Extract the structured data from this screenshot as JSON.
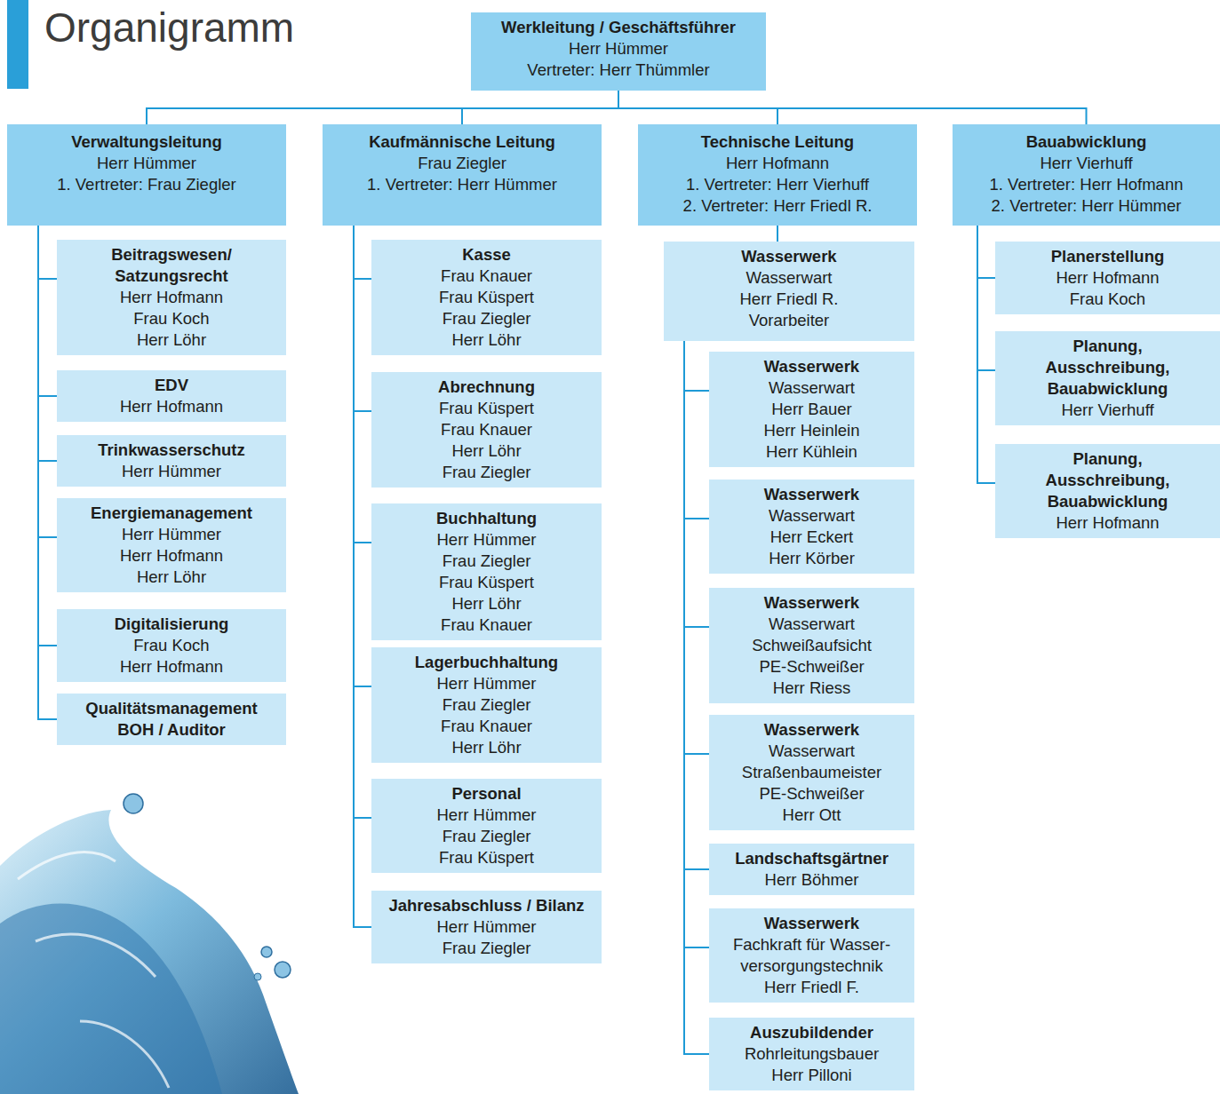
{
  "diagram": {
    "title": "Organigramm",
    "nodes": [
      {
        "text": [
          "Werkleitung / Geschäftsführer",
          "Herr Hümmer",
          "Vertreter: Herr Thümmler"
        ]
      },
      {
        "text": [
          "Verwaltungsleitung",
          "Herr Hümmer",
          "1. Vertreter: Frau Ziegler"
        ]
      },
      {
        "text": [
          "Beitragswesen/ Satzungsrecht",
          "Herr Hofmann",
          "Frau Koch",
          "Herr Löhr"
        ]
      },
      {
        "text": [
          "EDV",
          "Herr Hofmann"
        ]
      },
      {
        "text": [
          "Trinkwasserschutz",
          "Herr Hümmer"
        ]
      },
      {
        "text": [
          "Energiemanagement",
          "Herr Hümmer",
          "Herr Hofmann",
          "Herr Löhr"
        ]
      },
      {
        "text": [
          "Digitalisierung",
          "Frau Koch",
          "Herr Hofmann"
        ]
      },
      {
        "text": [
          "Qualitätsmanagement",
          "BOH / Auditor"
        ]
      },
      {
        "text": [
          "Kaufmännische Leitung",
          "Frau Ziegler",
          "1. Vertreter: Herr Hümmer"
        ]
      },
      {
        "text": [
          "Kasse",
          "Frau Knauer",
          "Frau Küspert",
          "Frau Ziegler",
          "Herr Löhr"
        ]
      },
      {
        "text": [
          "Abrechnung",
          "Frau Küspert",
          "Frau Knauer",
          "Herr Löhr",
          "Frau Ziegler"
        ]
      },
      {
        "text": [
          "Buchhaltung",
          "Herr Hümmer",
          "Frau Ziegler",
          "Frau Küspert",
          "Herr Löhr",
          "Frau Knauer"
        ]
      },
      {
        "text": [
          "Lagerbuchhaltung",
          "Herr Hümmer",
          "Frau Ziegler",
          "Frau Knauer",
          "Herr Löhr"
        ]
      },
      {
        "text": [
          "Personal",
          "Herr Hümmer",
          "Frau Ziegler",
          "Frau Küspert"
        ]
      },
      {
        "text": [
          "Jahresabschluss / Bilanz",
          "Herr Hümmer",
          "Frau Ziegler"
        ]
      },
      {
        "text": [
          "Technische Leitung",
          "Herr Hofmann",
          "1. Vertreter: Herr Vierhuff",
          "2. Vertreter: Herr Friedl R."
        ]
      },
      {
        "text": [
          "Wasserwerk",
          "Wasserwart",
          "Herr Friedl R.",
          "Vorarbeiter"
        ]
      },
      {
        "text": [
          "Wasserwerk",
          "Wasserwart",
          "Herr Bauer",
          "Herr Heinlein",
          "Herr Kühlein"
        ]
      },
      {
        "text": [
          "Wasserwerk",
          "Wasserwart",
          "Herr Eckert",
          "Herr Körber"
        ]
      },
      {
        "text": [
          "Wasserwerk",
          "Wasserwart",
          "Schweißaufsicht",
          "PE-Schweißer",
          "Herr Riess"
        ]
      },
      {
        "text": [
          "Wasserwerk",
          "Wasserwart",
          "Straßenbaumeister",
          "PE-Schweißer",
          "Herr Ott"
        ]
      },
      {
        "text": [
          "Landschaftsgärtner",
          "Herr Böhmer"
        ]
      },
      {
        "text": [
          "Wasserwerk",
          "Fachkraft für Wasser- versorgungstechnik",
          "Herr Friedl F."
        ]
      },
      {
        "text": [
          "Auszubildender",
          "Rohrleitungsbauer",
          "Herr Pilloni"
        ]
      },
      {
        "text": [
          "Bauabwicklung",
          "Herr Vierhuff",
          "1. Vertreter: Herr Hofmann",
          "2. Vertreter: Herr Hümmer"
        ]
      },
      {
        "text": [
          "Planerstellung",
          "Herr Hofmann",
          "Frau Koch"
        ]
      },
      {
        "text": [
          "Planung, Ausschreibung, Bauabwicklung",
          "Herr Vierhuff"
        ]
      },
      {
        "text": [
          "Planung, Ausschreibung, Bauabwicklung",
          "Herr Hofmann"
        ]
      }
    ],
    "edges": [
      {
        "from": 0,
        "to": 1,
        "arrow": "none"
      },
      {
        "from": 0,
        "to": 8,
        "arrow": "none"
      },
      {
        "from": 0,
        "to": 15,
        "arrow": "none"
      },
      {
        "from": 0,
        "to": 24,
        "arrow": "none"
      },
      {
        "from": 1,
        "to": 2,
        "arrow": "none"
      },
      {
        "from": 1,
        "to": 3,
        "arrow": "none"
      },
      {
        "from": 1,
        "to": 4,
        "arrow": "none"
      },
      {
        "from": 1,
        "to": 5,
        "arrow": "none"
      },
      {
        "from": 1,
        "to": 6,
        "arrow": "none"
      },
      {
        "from": 1,
        "to": 7,
        "arrow": "none"
      },
      {
        "from": 8,
        "to": 9,
        "arrow": "none"
      },
      {
        "from": 8,
        "to": 10,
        "arrow": "none"
      },
      {
        "from": 8,
        "to": 11,
        "arrow": "none"
      },
      {
        "from": 8,
        "to": 12,
        "arrow": "none"
      },
      {
        "from": 8,
        "to": 13,
        "arrow": "none"
      },
      {
        "from": 8,
        "to": 14,
        "arrow": "none"
      },
      {
        "from": 15,
        "to": 16,
        "arrow": "none"
      },
      {
        "from": 16,
        "to": 17,
        "arrow": "none"
      },
      {
        "from": 16,
        "to": 18,
        "arrow": "none"
      },
      {
        "from": 16,
        "to": 19,
        "arrow": "none"
      },
      {
        "from": 16,
        "to": 20,
        "arrow": "none"
      },
      {
        "from": 16,
        "to": 21,
        "arrow": "none"
      },
      {
        "from": 16,
        "to": 22,
        "arrow": "none"
      },
      {
        "from": 16,
        "to": 23,
        "arrow": "none"
      },
      {
        "from": 24,
        "to": 25,
        "arrow": "none"
      },
      {
        "from": 24,
        "to": 26,
        "arrow": "none"
      },
      {
        "from": 24,
        "to": 27,
        "arrow": "none"
      }
    ]
  }
}
